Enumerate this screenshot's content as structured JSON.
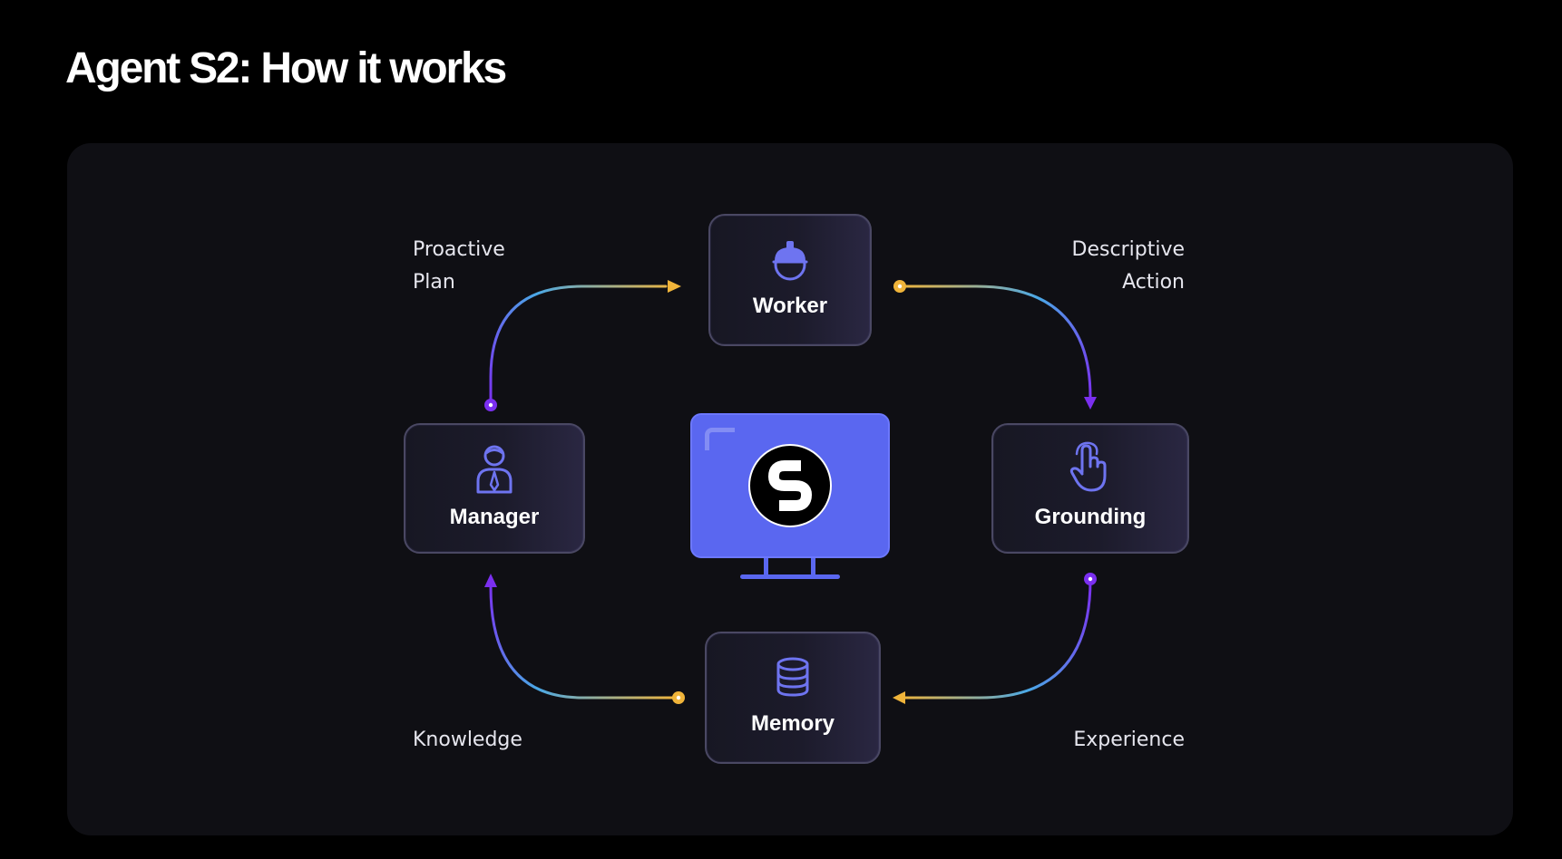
{
  "page": {
    "title": "Agent S2: How it works"
  },
  "diagram": {
    "nodes": {
      "worker": {
        "label": "Worker",
        "icon": "hard-hat-icon"
      },
      "manager": {
        "label": "Manager",
        "icon": "manager-person-icon"
      },
      "grounding": {
        "label": "Grounding",
        "icon": "pointing-hand-icon"
      },
      "memory": {
        "label": "Memory",
        "icon": "database-icon"
      }
    },
    "center": {
      "icon": "monitor-icon",
      "logo_icon": "s-logo-icon"
    },
    "flows": {
      "proactive_plan": {
        "line1": "Proactive",
        "line2": "Plan"
      },
      "descriptive_action": {
        "line1": "Descriptive",
        "line2": "Action"
      },
      "knowledge": {
        "label": "Knowledge"
      },
      "experience": {
        "label": "Experience"
      }
    },
    "colors": {
      "background": "#000000",
      "panel": "#0f0f14",
      "accent_purple": "#7b3fe4",
      "accent_yellow": "#f0b43a",
      "icon_blue": "#6e74f0",
      "screen": "#5a67f0"
    }
  }
}
